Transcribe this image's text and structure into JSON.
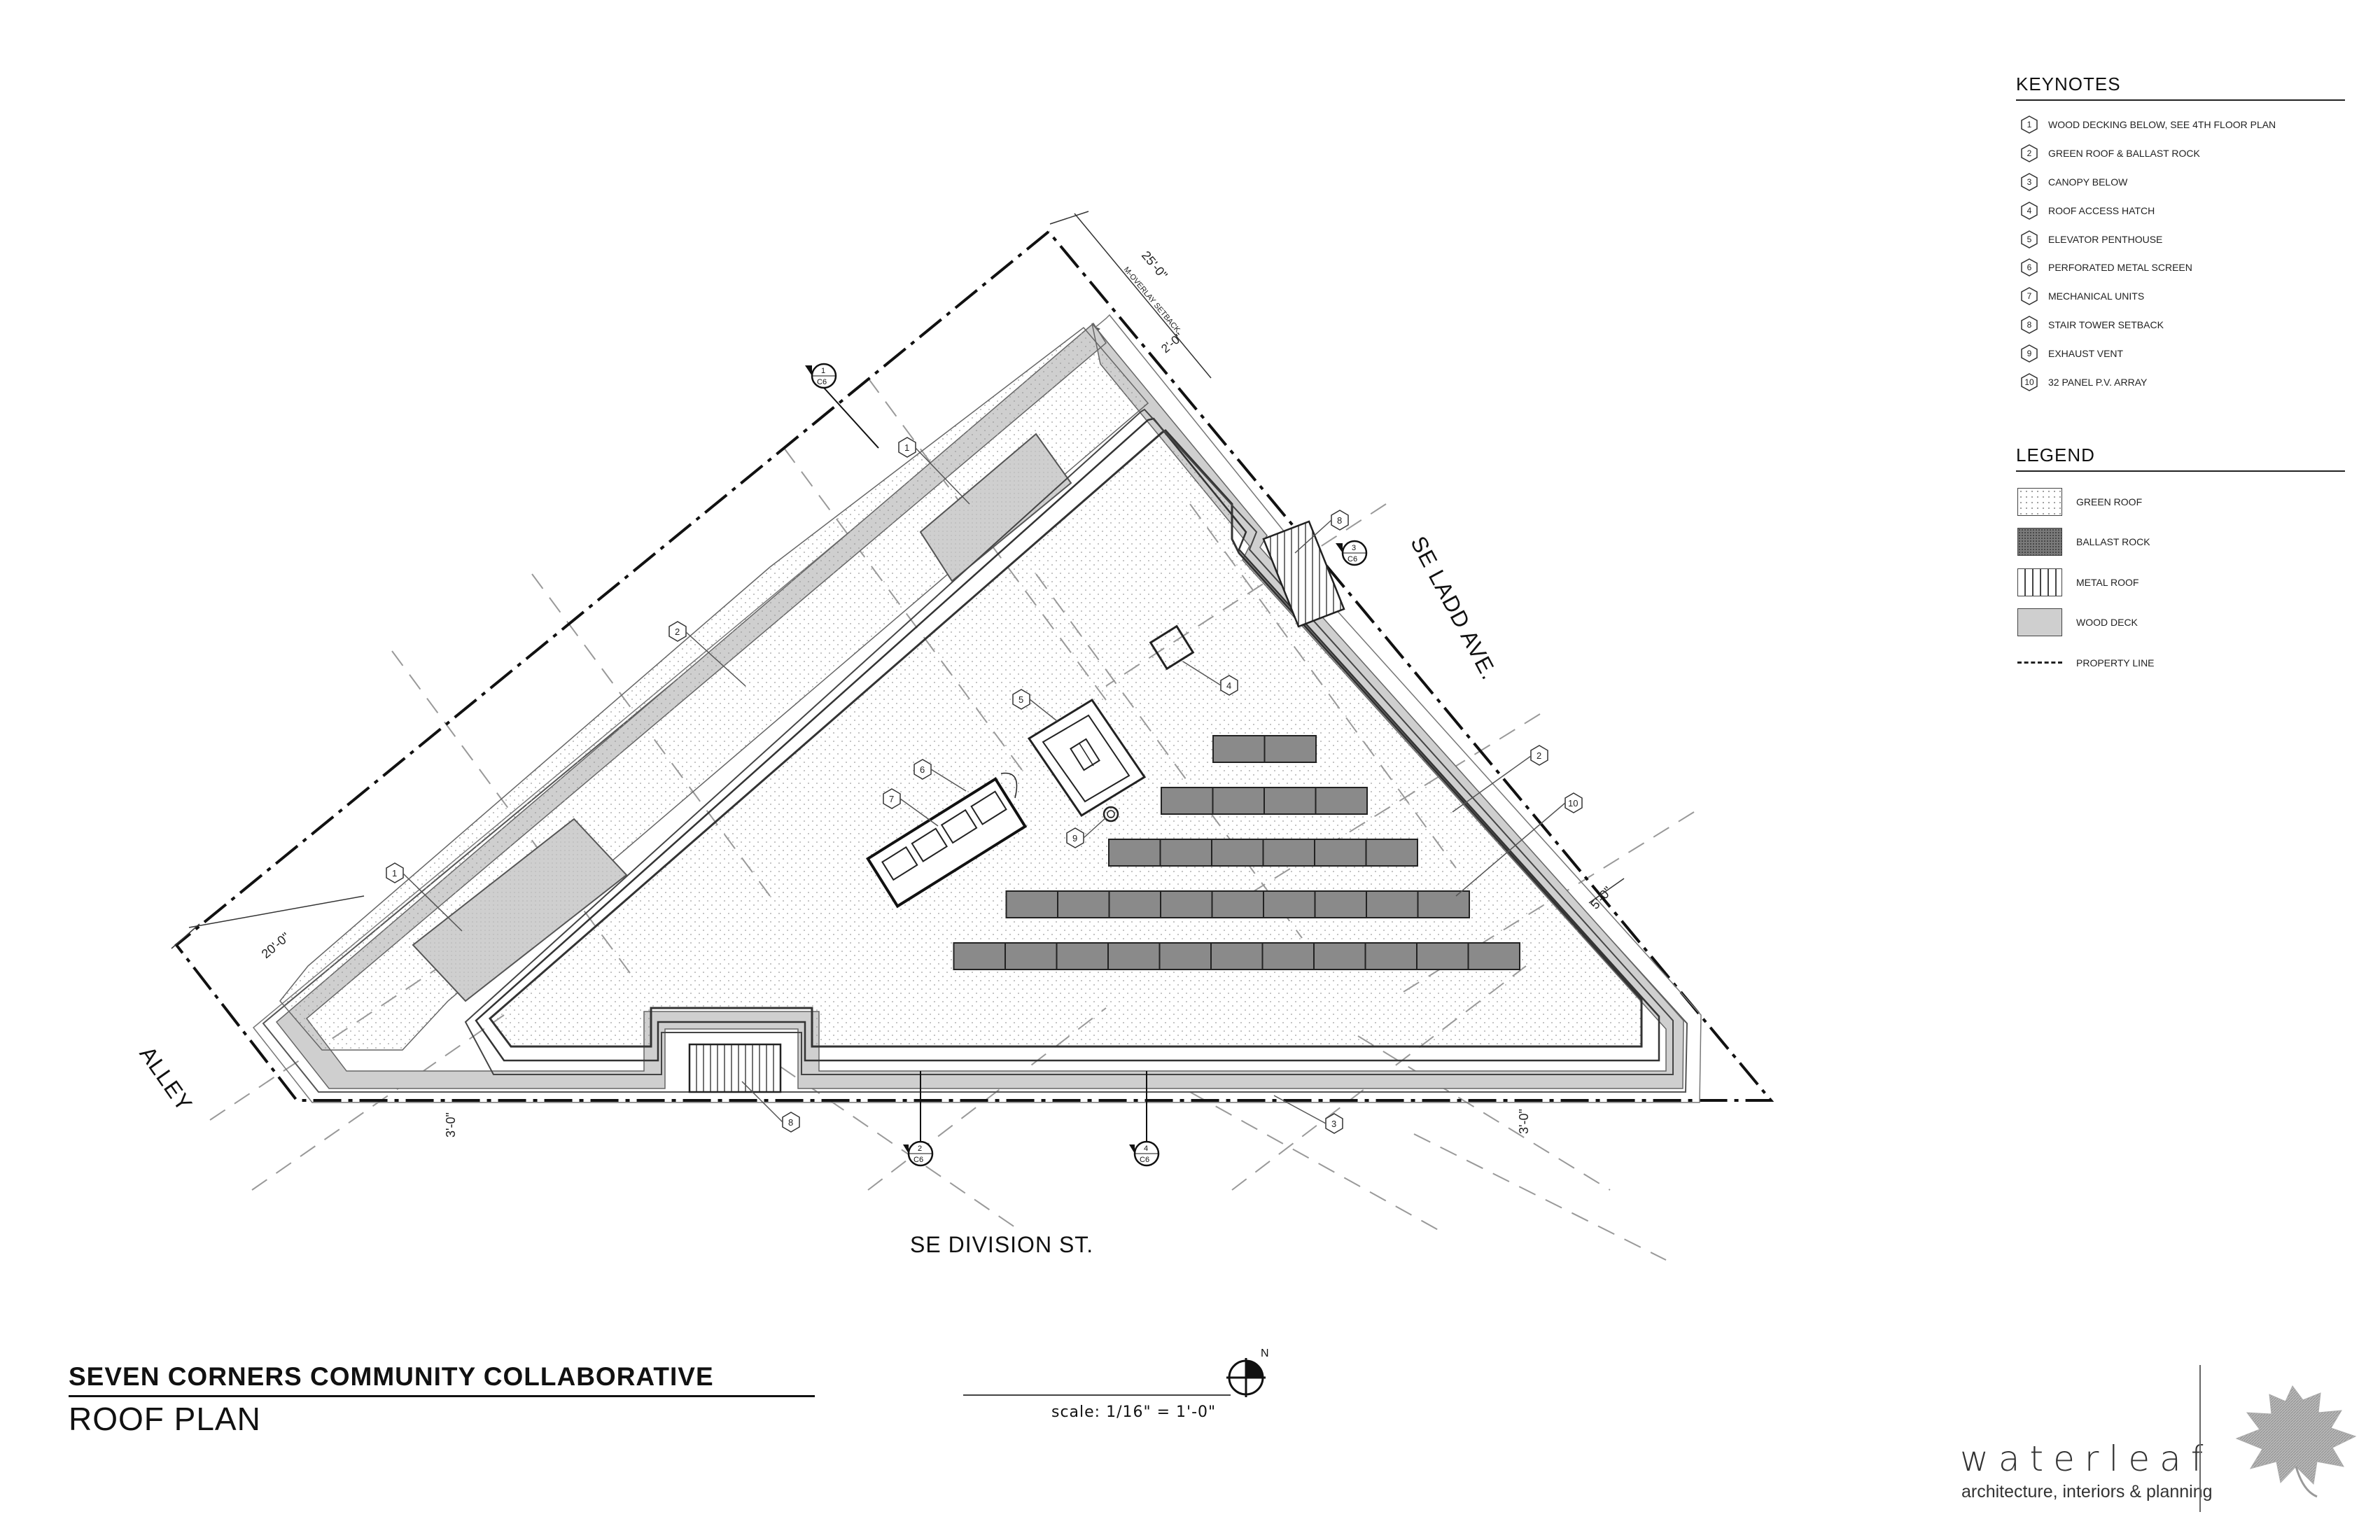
{
  "streets": {
    "division": "SE DIVISION ST.",
    "ladd": "SE LADD AVE.",
    "alley": "ALLEY"
  },
  "dimensions": {
    "d25": "25'-0\"",
    "overlay": "M-OVERLAY SETBACK",
    "d2a": "2'-0\"",
    "d20": "20'-0\"",
    "d3left": "3'-0\"",
    "d3right": "3'-0\"",
    "d5": "5'-0\""
  },
  "section_tags": {
    "s1": "1",
    "s2": "2",
    "s3": "3",
    "s4": "4",
    "sheet": "C6"
  },
  "keynotes": {
    "title": "KEYNOTES",
    "items": [
      {
        "num": "1",
        "text": "WOOD DECKING BELOW, SEE 4TH FLOOR PLAN"
      },
      {
        "num": "2",
        "text": "GREEN ROOF & BALLAST ROCK"
      },
      {
        "num": "3",
        "text": "CANOPY BELOW"
      },
      {
        "num": "4",
        "text": "ROOF ACCESS HATCH"
      },
      {
        "num": "5",
        "text": "ELEVATOR PENTHOUSE"
      },
      {
        "num": "6",
        "text": "PERFORATED METAL SCREEN"
      },
      {
        "num": "7",
        "text": "MECHANICAL UNITS"
      },
      {
        "num": "8",
        "text": "STAIR TOWER SETBACK"
      },
      {
        "num": "9",
        "text": "EXHAUST VENT"
      },
      {
        "num": "10",
        "text": "32 PANEL P.V. ARRAY"
      }
    ]
  },
  "legend": {
    "title": "LEGEND",
    "items": [
      {
        "key": "green",
        "text": "GREEN ROOF"
      },
      {
        "key": "ballast",
        "text": "BALLAST ROCK"
      },
      {
        "key": "metal",
        "text": "METAL ROOF"
      },
      {
        "key": "wood",
        "text": "WOOD DECK"
      },
      {
        "key": "property",
        "text": "PROPERTY LINE"
      }
    ]
  },
  "title_block": {
    "project": "SEVEN CORNERS COMMUNITY COLLABORATIVE",
    "sheet": "ROOF PLAN",
    "scale": "scale: 1/16\" = 1'-0\"",
    "north": "N"
  },
  "firm": {
    "name": "waterleaf",
    "tagline": "architecture, interiors & planning"
  },
  "pv_array": {
    "panel_count": 32,
    "row_counts": [
      2,
      4,
      6,
      9,
      11
    ]
  },
  "colors": {
    "line": "#222222",
    "panel": "#8a8a8a",
    "wood": "#cfcfcf",
    "ballast": "#7a7a7a"
  }
}
